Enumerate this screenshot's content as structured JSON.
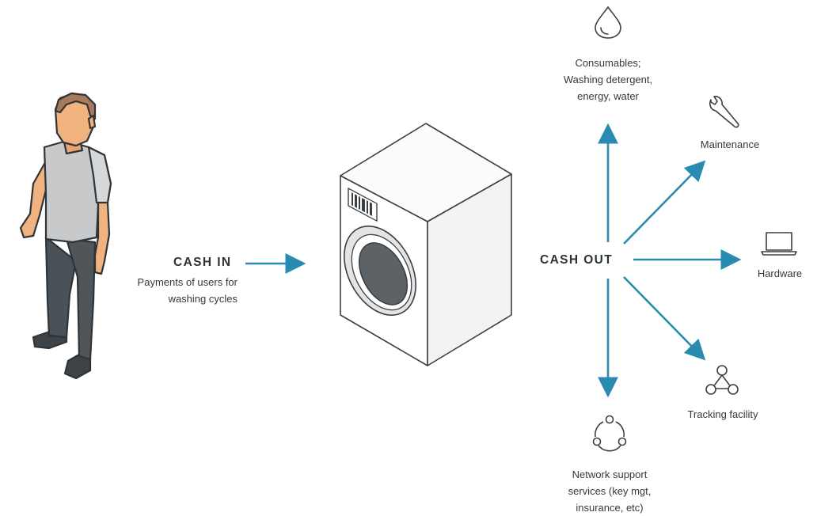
{
  "cash_in": {
    "heading": "CASH IN",
    "desc_lines": [
      "Payments of users for",
      "washing cycles"
    ]
  },
  "cash_out": {
    "heading": "CASH OUT"
  },
  "outflows": [
    {
      "id": "consumables",
      "lines": [
        "Consumables;",
        "Washing detergent,",
        "energy, water"
      ],
      "icon": "water-drop-icon"
    },
    {
      "id": "maintenance",
      "lines": [
        "Maintenance"
      ],
      "icon": "wrench-icon"
    },
    {
      "id": "hardware",
      "lines": [
        "Hardware"
      ],
      "icon": "laptop-icon"
    },
    {
      "id": "tracking",
      "lines": [
        "Tracking facility"
      ],
      "icon": "network-nodes-icon"
    },
    {
      "id": "network",
      "lines": [
        "Network support",
        "services (key mgt,",
        "insurance, etc)"
      ],
      "icon": "cycle-nodes-icon"
    }
  ],
  "colors": {
    "arrow": "#2a8bb0",
    "text": "#33393e",
    "outline": "#3a3f44"
  }
}
